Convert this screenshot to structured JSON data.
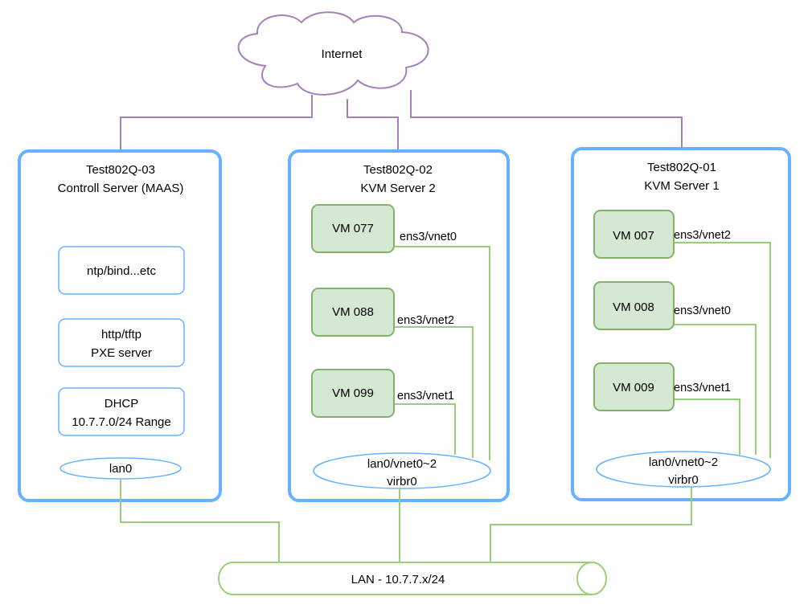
{
  "cloud": {
    "label": "Internet"
  },
  "servers": [
    {
      "id": "s3",
      "hostname": "Test802Q-03",
      "role": "Controll Server (MAAS)"
    },
    {
      "id": "s2",
      "hostname": "Test802Q-02",
      "role": "KVM Server 2"
    },
    {
      "id": "s1",
      "hostname": "Test802Q-01",
      "role": "KVM Server 1"
    }
  ],
  "controller_services": [
    {
      "lines": [
        "ntp/bind...etc"
      ]
    },
    {
      "lines": [
        "http/tftp",
        "PXE server"
      ]
    },
    {
      "lines": [
        "DHCP",
        "10.7.7.0/24 Range"
      ]
    }
  ],
  "controller_nic": "lan0",
  "kvm2": {
    "vms": [
      {
        "name": "VM 077",
        "iface": "ens3/vnet0"
      },
      {
        "name": "VM 088",
        "iface": "ens3/vnet2"
      },
      {
        "name": "VM 099",
        "iface": "ens3/vnet1"
      }
    ],
    "bridge": [
      "lan0/vnet0~2",
      "virbr0"
    ]
  },
  "kvm1": {
    "vms": [
      {
        "name": "VM 007",
        "iface": "ens3/vnet2"
      },
      {
        "name": "VM 008",
        "iface": "ens3/vnet0"
      },
      {
        "name": "VM 009",
        "iface": "ens3/vnet1"
      }
    ],
    "bridge": [
      "lan0/vnet0~2",
      "virbr0"
    ]
  },
  "lan": {
    "label": "LAN - 10.7.7.x/24"
  },
  "colors": {
    "server_border": "#66b2ff",
    "vm_fill": "#d5e8d4",
    "vm_border": "#82b366",
    "lan_link": "#97d077",
    "internet_link": "#a680b8"
  }
}
